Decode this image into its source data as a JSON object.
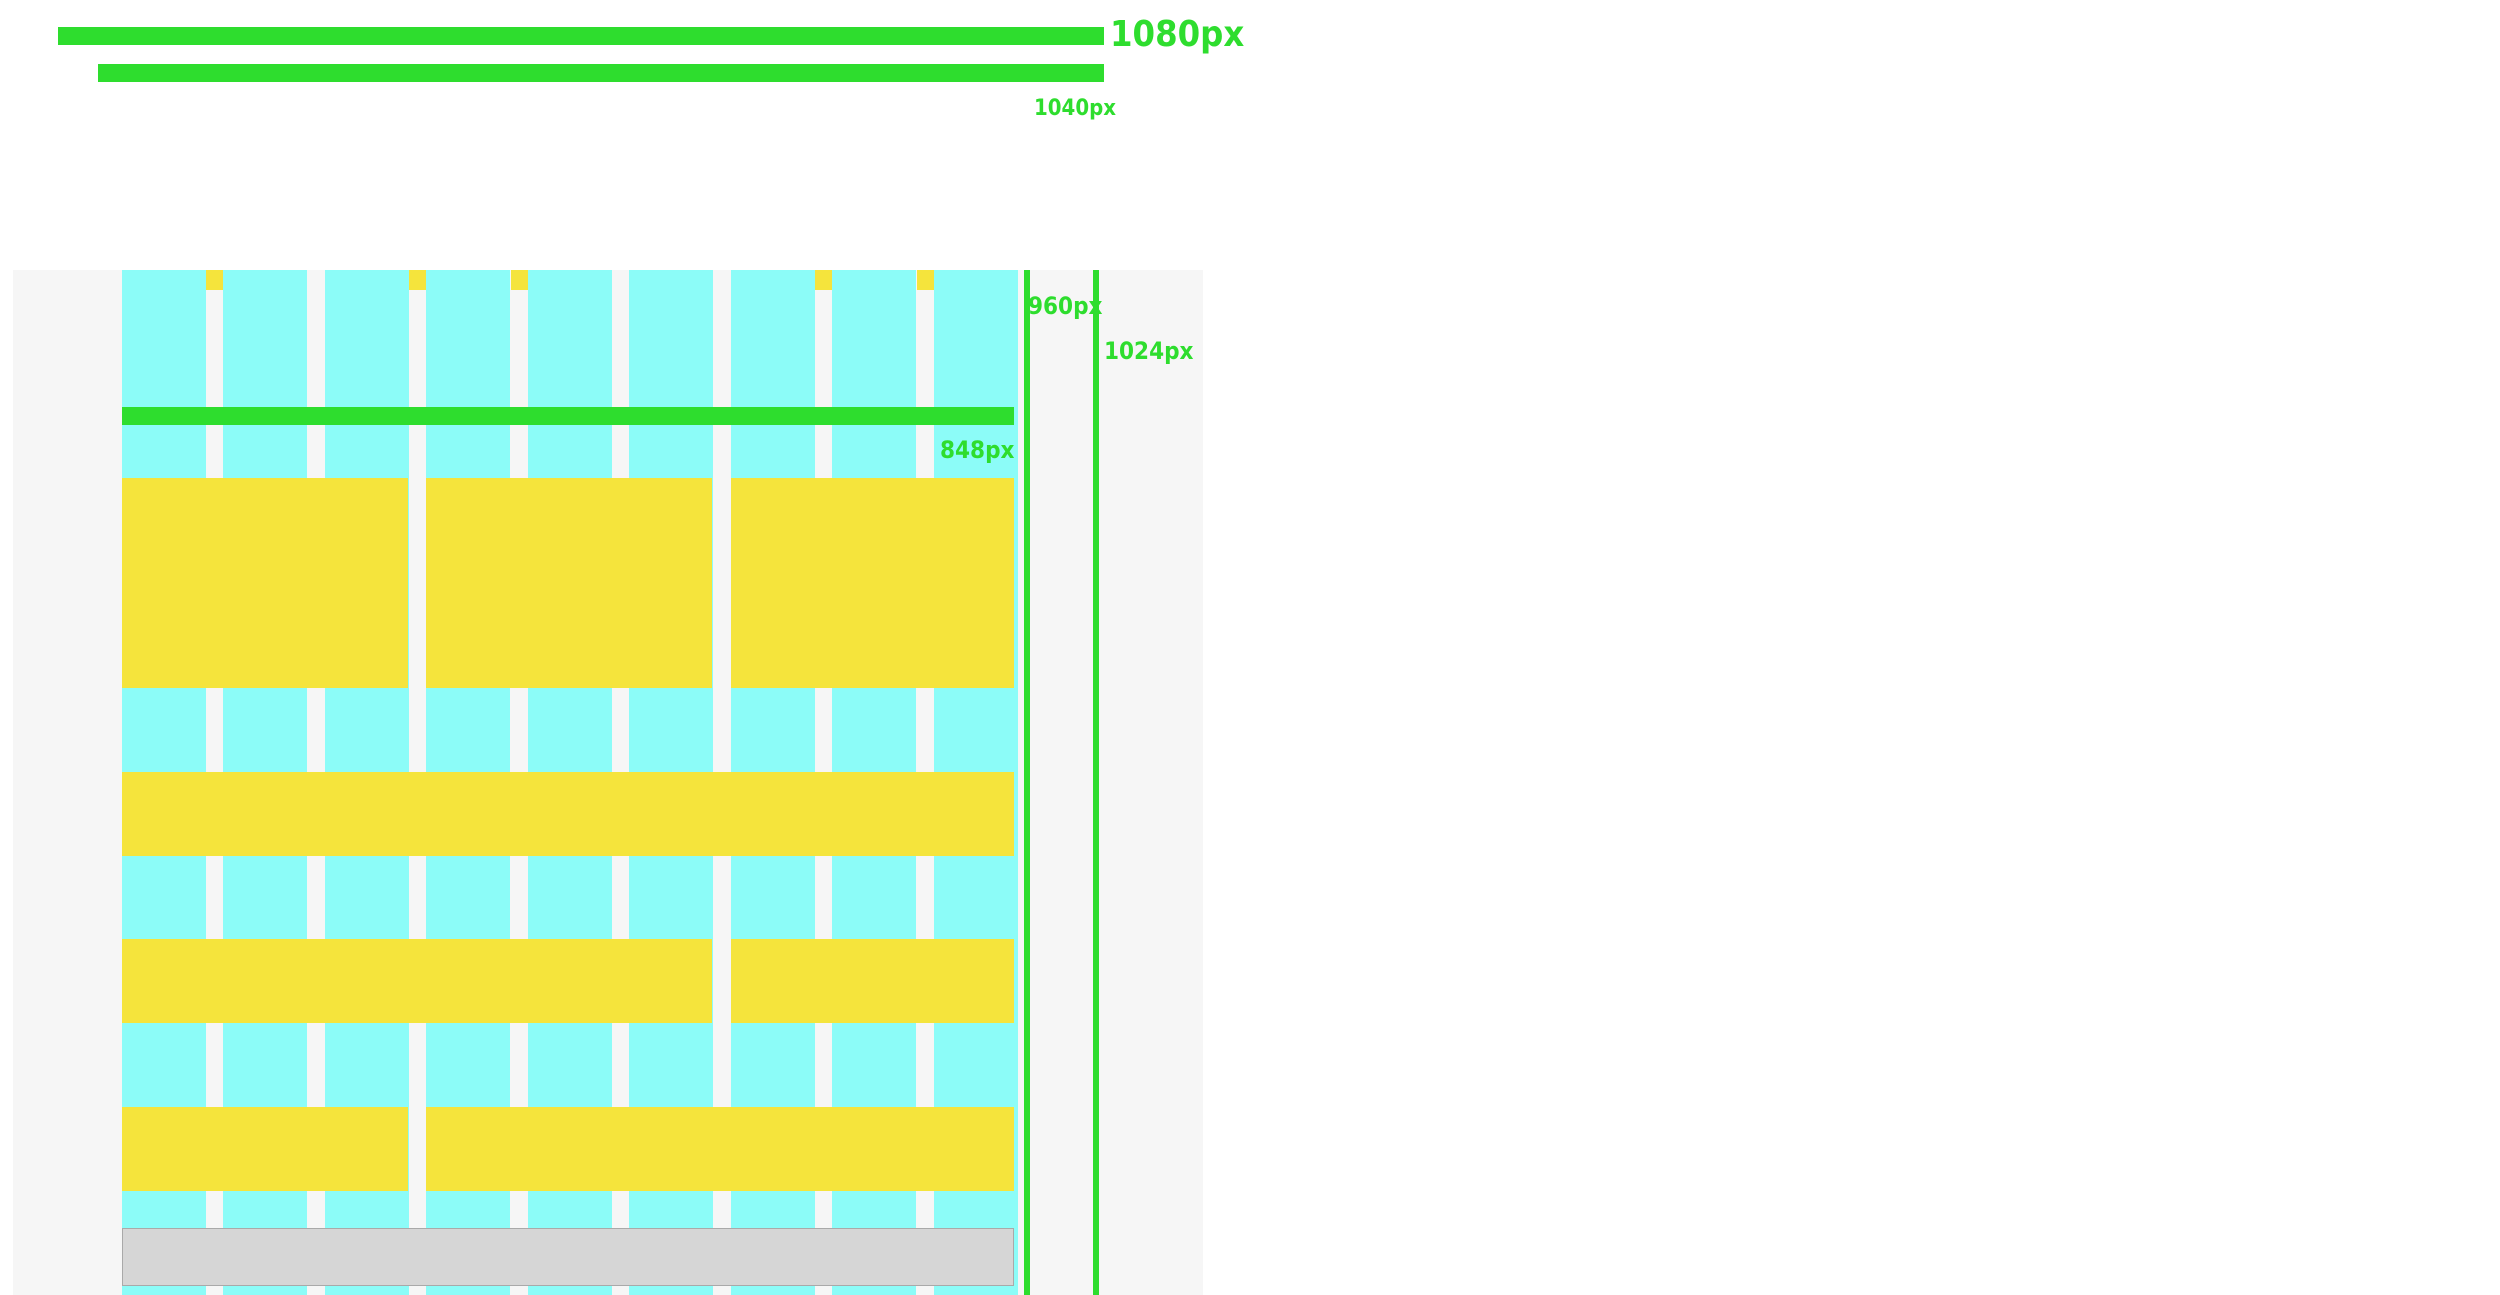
{
  "colors": {
    "green": "#2edd2e",
    "cyan": "#8cfcf8",
    "yellow": "#f5e43c",
    "panel": "#f6f6f6",
    "grey": "#d6d6d6"
  },
  "measures": {
    "w1080": "1080px",
    "w1040": "1040px",
    "w1024": "1024px",
    "w960": "960px",
    "w848": "848px"
  },
  "grid": {
    "column_count": 9
  }
}
